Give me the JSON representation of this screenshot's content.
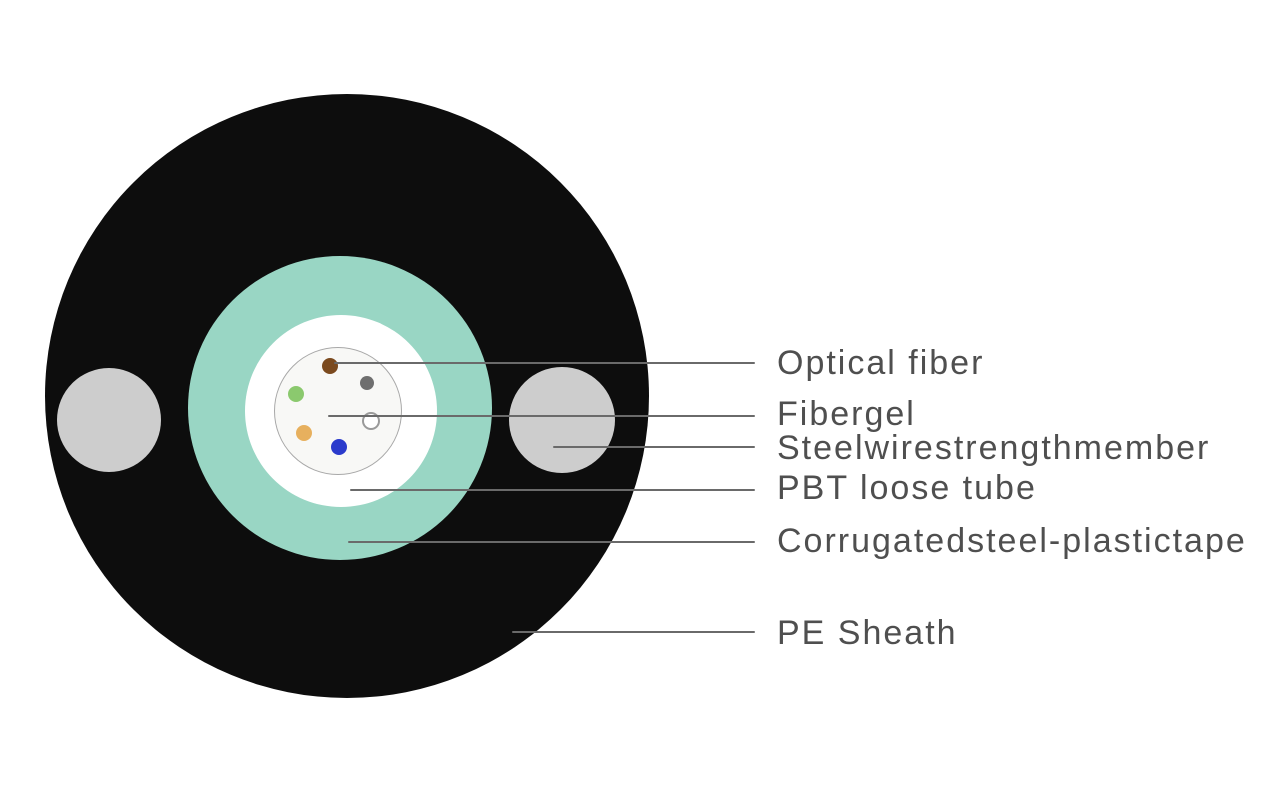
{
  "diagram": {
    "type": "cable-cross-section",
    "labels": {
      "optical_fiber": "Optical fiber",
      "fibergel": "Fibergel",
      "steel_wire_strength_member": "Steelwirestrengthmember",
      "pbt_loose_tube": "PBT loose tube",
      "corrugated_steel_plastic_tape": "Corrugatedsteel-plastictape",
      "pe_sheath": "PE Sheath"
    },
    "colors": {
      "background": "#ffffff",
      "pe_sheath": "#0d0d0d",
      "corrugated_tape": "#99d6c4",
      "pbt_tube": "#ffffff",
      "fibergel_area": "#f8f8f6",
      "strength_member": "#cdcdcd",
      "leader_line": "#6a6a6a",
      "label_text": "#4f4f4f"
    },
    "fibers": [
      {
        "name": "fiber-brown",
        "color": "#7b4a1e"
      },
      {
        "name": "fiber-gray",
        "color": "#6f6f6f"
      },
      {
        "name": "fiber-green",
        "color": "#8bc96e"
      },
      {
        "name": "fiber-orange",
        "color": "#e7b05e"
      },
      {
        "name": "fiber-blue",
        "color": "#2b3bcc"
      },
      {
        "name": "fiber-white",
        "color": "#ffffff"
      }
    ]
  }
}
